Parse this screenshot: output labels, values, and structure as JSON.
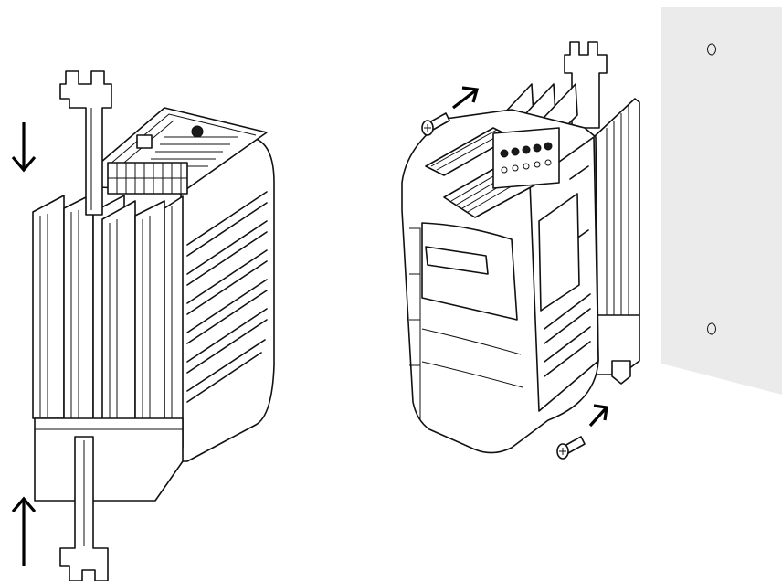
{
  "figure": {
    "panels": [
      "left-assembly",
      "right-assembly",
      "mounting-plate"
    ],
    "icons": [
      "down-arrow-icon",
      "up-arrow-icon",
      "screw-icon",
      "diagonal-arrow-icon",
      "hole-icon"
    ],
    "colors": {
      "line": "#111111",
      "plate": "#ebebeb",
      "background": "#ffffff"
    }
  }
}
